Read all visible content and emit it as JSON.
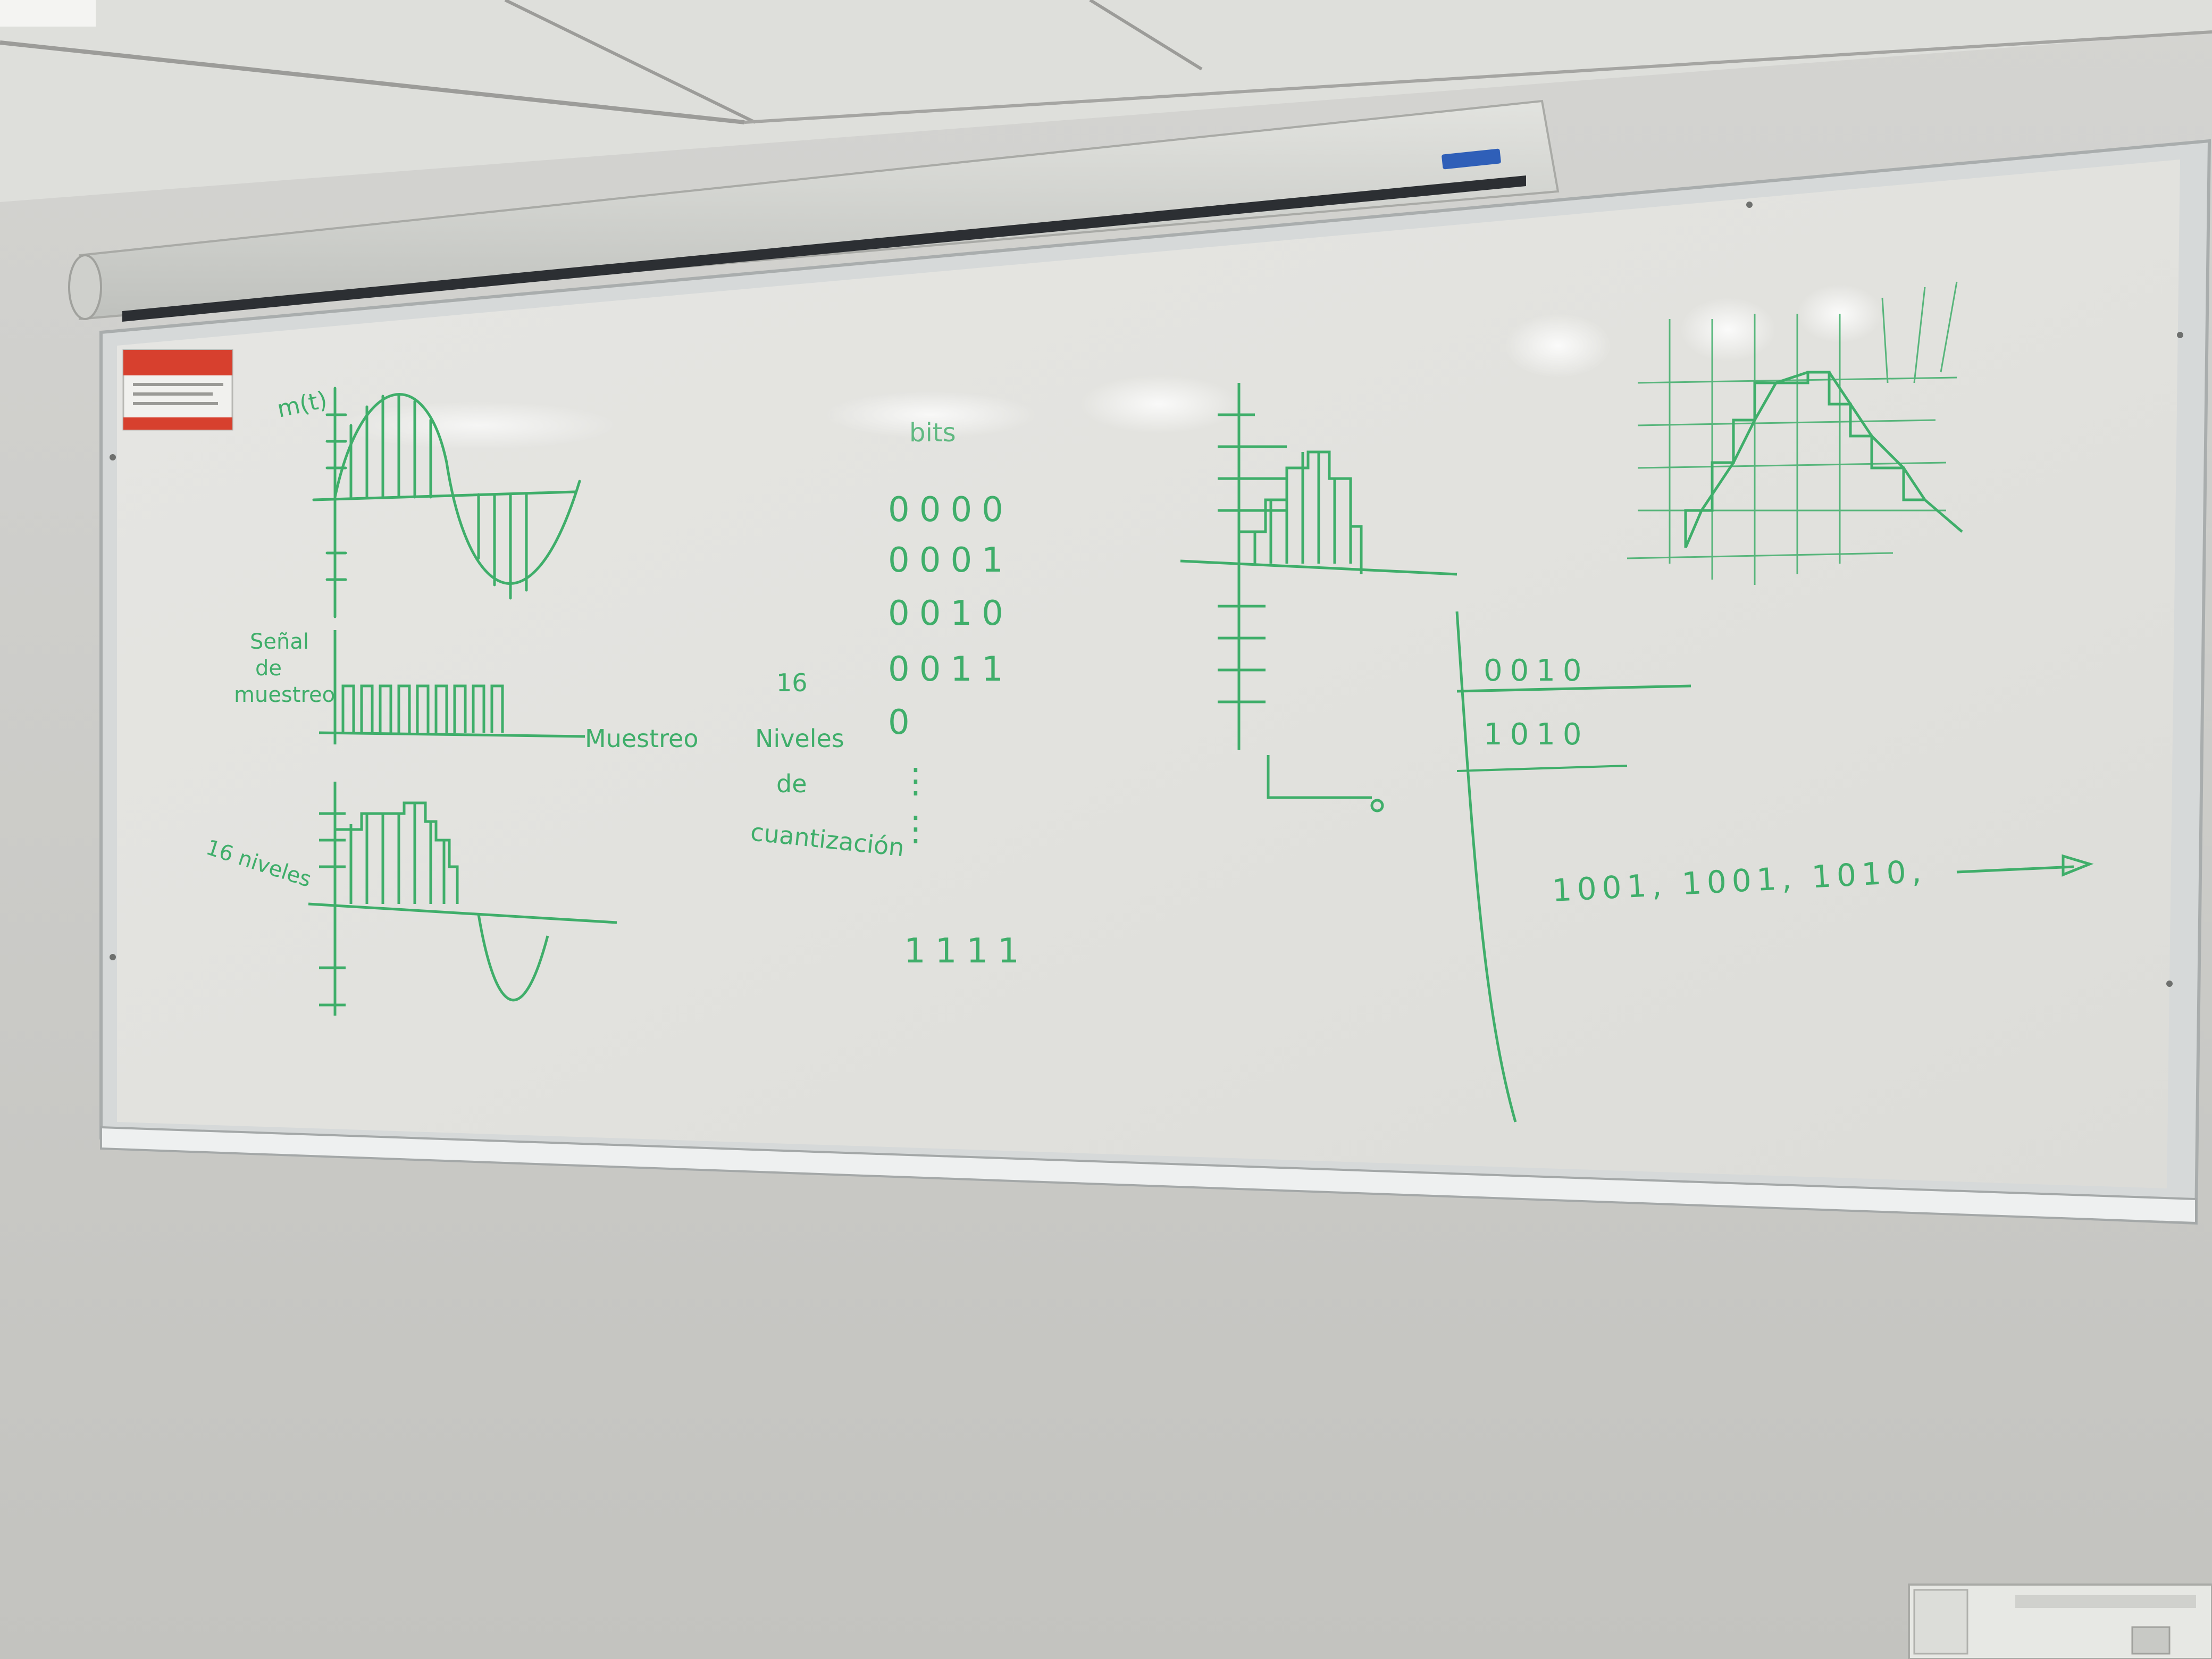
{
  "scene": {
    "description_free": true,
    "colors": {
      "wall": "#c9c9c6",
      "ceiling": "#dcdcd8",
      "board": "#e4e4e0",
      "frame": "#cfd3d3",
      "marker": "#3fae6a",
      "projector_case": "#d7d8d4",
      "sign_red": "#d7402e"
    }
  },
  "whiteboard": {
    "left_diagram": {
      "axis_label": "m(t)",
      "sampling_label": "Señal de muestreo",
      "sampling_label_lines": [
        "Señal",
        "de",
        "muestreo"
      ],
      "sampling_caption": "Muestreo",
      "levels_label": "16 niveles"
    },
    "bits_column": {
      "header": "bits",
      "codes": [
        "0000",
        "0001",
        "0010",
        "0011",
        "0",
        "⋮",
        "⋮",
        "1111"
      ],
      "side_note_lines": [
        "16",
        "Niveles",
        "de",
        "cuantización"
      ]
    },
    "coded_table": {
      "rows": [
        "0010",
        "1010"
      ]
    },
    "bit_stream": "1001, 1001, 1010,"
  }
}
